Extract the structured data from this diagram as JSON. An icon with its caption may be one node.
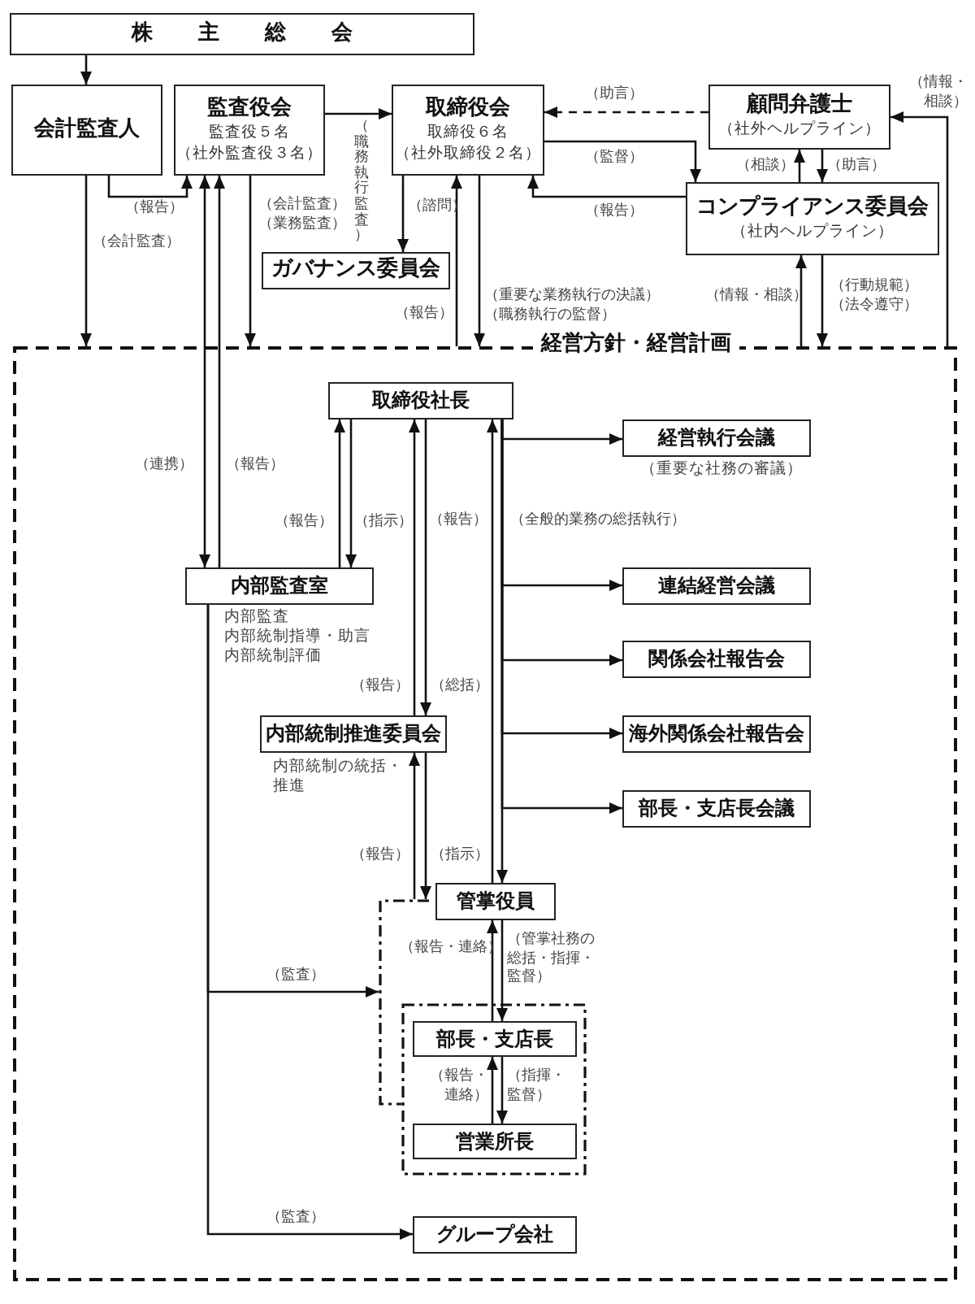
{
  "diagram": {
    "nodes": [
      {
        "text": [
          "株主総会"
        ]
      },
      {
        "text": [
          "会計監査人"
        ]
      },
      {
        "text": [
          "監査役会",
          "監査役５名",
          "（社外監査役３名）"
        ]
      },
      {
        "text": [
          "取締役会",
          "取締役６名",
          "（社外取締役２名）"
        ]
      },
      {
        "text": [
          "顧問弁護士",
          "（社外ヘルプライン）"
        ]
      },
      {
        "text": [
          "コンプライアンス委員会",
          "（社内ヘルプライン）"
        ]
      },
      {
        "text": [
          "ガバナンス委員会"
        ]
      },
      {
        "text": [
          "経営方針・経営計画"
        ]
      },
      {
        "text": [
          "取締役社長"
        ],
        "in": 7
      },
      {
        "text": [
          "経営執行会議"
        ],
        "in": 7,
        "beside": [
          "（重要な社務の審議）"
        ]
      },
      {
        "text": [
          "内部監査室"
        ],
        "in": 7,
        "beside": [
          "内部監査",
          "内部統制指導・助言",
          "内部統制評価"
        ]
      },
      {
        "text": [
          "連結経営会議"
        ],
        "in": 7
      },
      {
        "text": [
          "関係会社報告会"
        ],
        "in": 7
      },
      {
        "text": [
          "内部統制推進委員会"
        ],
        "in": 7,
        "beside": [
          "内部統制の統括・推進"
        ]
      },
      {
        "text": [
          "海外関係会社報告会"
        ],
        "in": 7
      },
      {
        "text": [
          "部長・支店長会議"
        ],
        "in": 7
      },
      {
        "text": [
          "管掌役員"
        ],
        "in": 7
      },
      {
        "text": [],
        "shape": "bracket",
        "in": 7
      },
      {
        "text": [],
        "shape": "box",
        "in": 7
      },
      {
        "text": [
          "部長・支店長"
        ],
        "in": 18
      },
      {
        "text": [
          "営業所長"
        ],
        "in": 18
      },
      {
        "text": [
          "グループ会社"
        ],
        "in": 7
      }
    ],
    "edges": [
      {
        "from": 0,
        "to": 1,
        "arrow": "to"
      },
      {
        "from": 1,
        "to": 2,
        "arrow": "to",
        "label": "（報告）"
      },
      {
        "from": 1,
        "to": 7,
        "arrow": "to",
        "label": "（会計監査）"
      },
      {
        "from": 2,
        "to": 3,
        "arrow": "to",
        "label": "（職務執行監査）"
      },
      {
        "from": 2,
        "to": 7,
        "arrow": "to",
        "label": "（会計監査）（業務監査）"
      },
      {
        "from": 2,
        "to": 10,
        "arrow": "both",
        "label": "（連携）"
      },
      {
        "from": 10,
        "to": 2,
        "arrow": "to",
        "label": "（報告）"
      },
      {
        "from": 3,
        "to": 6,
        "arrow": "to",
        "label": "（諮問）"
      },
      {
        "from": 7,
        "to": 3,
        "arrow": "to",
        "label": "（報告）"
      },
      {
        "from": 3,
        "to": 7,
        "arrow": "to",
        "label": "（重要な業務執行の決議）（職務執行の監督）"
      },
      {
        "from": 4,
        "to": 3,
        "arrow": "to",
        "label": "（助言）",
        "style": "dashed"
      },
      {
        "from": 3,
        "to": 5,
        "arrow": "to",
        "label": "（監督）"
      },
      {
        "from": 5,
        "to": 3,
        "arrow": "to",
        "label": "（報告）"
      },
      {
        "from": 5,
        "to": 4,
        "arrow": "to",
        "label": "（相談）"
      },
      {
        "from": 4,
        "to": 5,
        "arrow": "to",
        "label": "（助言）"
      },
      {
        "from": 7,
        "to": 5,
        "arrow": "to",
        "label": "（情報・相談）"
      },
      {
        "from": 5,
        "to": 7,
        "arrow": "to",
        "label": "（行動規範）（法令遵守）"
      },
      {
        "from": 7,
        "to": 4,
        "arrow": "to",
        "label": "（情報・相談）"
      },
      {
        "from": 10,
        "to": 8,
        "arrow": "to",
        "label": "（報告）"
      },
      {
        "from": 8,
        "to": 10,
        "arrow": "to",
        "label": "（指示）"
      },
      {
        "from": 13,
        "to": 8,
        "arrow": "to",
        "label": "（報告）"
      },
      {
        "from": 8,
        "to": 13,
        "arrow": "to",
        "label": "（総括）"
      },
      {
        "from": 17,
        "to": 13,
        "arrow": "to",
        "label": "（報告）"
      },
      {
        "from": 13,
        "to": 17,
        "arrow": "to",
        "label": "（指示）"
      },
      {
        "from": 16,
        "to": 8,
        "arrow": "to",
        "label": "（報告）"
      },
      {
        "from": 8,
        "to": 9,
        "arrow": "to"
      },
      {
        "from": 8,
        "to": 11,
        "arrow": "to"
      },
      {
        "from": 8,
        "to": 12,
        "arrow": "to"
      },
      {
        "from": 8,
        "to": 14,
        "arrow": "to"
      },
      {
        "from": 8,
        "to": 15,
        "arrow": "to"
      },
      {
        "from": 8,
        "to": 16,
        "arrow": "to",
        "label": "（全般的業務の総括執行）"
      },
      {
        "from": 19,
        "to": 16,
        "arrow": "to",
        "label": "（報告・連絡）"
      },
      {
        "from": 16,
        "to": 19,
        "arrow": "to",
        "label": "（管掌社務の総括・指揮・監督）"
      },
      {
        "from": 20,
        "to": 19,
        "arrow": "to",
        "label": "（報告・連絡）"
      },
      {
        "from": 19,
        "to": 20,
        "arrow": "to",
        "label": "（指揮・監督）"
      },
      {
        "from": 10,
        "to": 17,
        "arrow": "to",
        "label": "（監査）"
      },
      {
        "from": 10,
        "to": 21,
        "arrow": "to",
        "label": "（監査）"
      }
    ]
  }
}
